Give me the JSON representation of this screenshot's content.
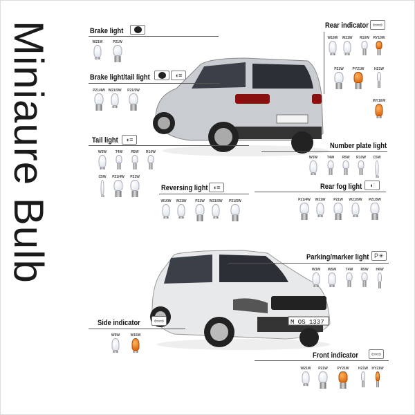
{
  "title": "Miniaure Bulb",
  "colors": {
    "amber": "#e0680f",
    "clear": "#e6ebf0",
    "silver": "#c9ccd0"
  },
  "car_rear": {
    "plate": ""
  },
  "car_front": {
    "plate": "M OS 1337"
  },
  "sections": [
    {
      "id": "brake",
      "title": "Brake light",
      "icons": [
        "stop-icon"
      ],
      "bulbs": [
        {
          "label": "W21W",
          "type": "wedge"
        },
        {
          "label": "P21W",
          "type": "bayonet"
        }
      ]
    },
    {
      "id": "brake-tail",
      "title": "Brake light/tail light",
      "icons": [
        "stop-icon",
        "tail-light-icon"
      ],
      "bulbs": [
        {
          "label": "P21/4W",
          "type": "bayonet"
        },
        {
          "label": "W21/5W",
          "type": "wedge"
        },
        {
          "label": "P21/5W",
          "type": "bayonet"
        }
      ]
    },
    {
      "id": "tail",
      "title": "Tail light",
      "icons": [
        "tail-light-icon"
      ],
      "bulbs": [
        {
          "label": "W5W",
          "type": "wedge"
        },
        {
          "label": "T4W",
          "type": "small"
        },
        {
          "label": "R5W",
          "type": "small"
        },
        {
          "label": "R10W",
          "type": "small"
        },
        {
          "label": "C5W",
          "type": "festoon"
        },
        {
          "label": "P21/4W",
          "type": "bayonet"
        },
        {
          "label": "P21W",
          "type": "bayonet"
        }
      ]
    },
    {
      "id": "reversing",
      "title": "Reversing light",
      "icons": [
        "reversing-light-icon"
      ],
      "bulbs": [
        {
          "label": "W16W",
          "type": "wedge"
        },
        {
          "label": "W21W",
          "type": "wedge"
        },
        {
          "label": "P21W",
          "type": "bayonet"
        },
        {
          "label": "W21/5W",
          "type": "wedge"
        },
        {
          "label": "P21/5W",
          "type": "bayonet"
        }
      ]
    },
    {
      "id": "rear-indicator",
      "title": "Rear indicator",
      "icons": [
        "indicator-arrows-icon"
      ],
      "bulbs": [
        {
          "label": "W16W",
          "type": "wedge"
        },
        {
          "label": "W21W",
          "type": "wedge"
        },
        {
          "label": "R10W",
          "type": "small"
        },
        {
          "label": "RY10W",
          "type": "small",
          "amber": true
        },
        {
          "label": "P21W",
          "type": "bayonet"
        },
        {
          "label": "PY21W",
          "type": "bayonet",
          "amber": true
        },
        {
          "label": "H21W",
          "type": "halogen"
        },
        {
          "label": "WY16W",
          "type": "wedge",
          "amber": true
        }
      ]
    },
    {
      "id": "number-plate",
      "title": "Number plate light",
      "icons": [],
      "bulbs": [
        {
          "label": "W5W",
          "type": "wedge"
        },
        {
          "label": "T4W",
          "type": "small"
        },
        {
          "label": "R5W",
          "type": "small"
        },
        {
          "label": "R10W",
          "type": "small"
        },
        {
          "label": "C5W",
          "type": "festoon"
        }
      ]
    },
    {
      "id": "rear-fog",
      "title": "Rear fog light",
      "icons": [
        "fog-light-icon"
      ],
      "bulbs": [
        {
          "label": "P21/4W",
          "type": "bayonet"
        },
        {
          "label": "W21W",
          "type": "wedge"
        },
        {
          "label": "P21W",
          "type": "bayonet"
        },
        {
          "label": "W21/5W",
          "type": "wedge"
        },
        {
          "label": "P21/5W",
          "type": "bayonet"
        }
      ]
    },
    {
      "id": "parking",
      "title": "Parking/marker light",
      "icons": [
        "parking-light-icon"
      ],
      "bulbs": [
        {
          "label": "W3W",
          "type": "wedge"
        },
        {
          "label": "W5W",
          "type": "wedge"
        },
        {
          "label": "T4W",
          "type": "small"
        },
        {
          "label": "R5W",
          "type": "small"
        },
        {
          "label": "H6W",
          "type": "halogen"
        }
      ]
    },
    {
      "id": "side-indicator",
      "title": "Side indicator",
      "icons": [
        "indicator-arrows-icon"
      ],
      "bulbs": [
        {
          "label": "W5W",
          "type": "wedge"
        },
        {
          "label": "W15W",
          "type": "wedge",
          "amber": true
        }
      ]
    },
    {
      "id": "front-indicator",
      "title": "Front indicator",
      "icons": [
        "indicator-arrows-icon"
      ],
      "bulbs": [
        {
          "label": "W21W",
          "type": "wedge"
        },
        {
          "label": "P21W",
          "type": "bayonet"
        },
        {
          "label": "PY21W",
          "type": "bayonet",
          "amber": true
        },
        {
          "label": "H21W",
          "type": "halogen"
        },
        {
          "label": "HY21W",
          "type": "halogen",
          "amber": true
        }
      ]
    }
  ]
}
